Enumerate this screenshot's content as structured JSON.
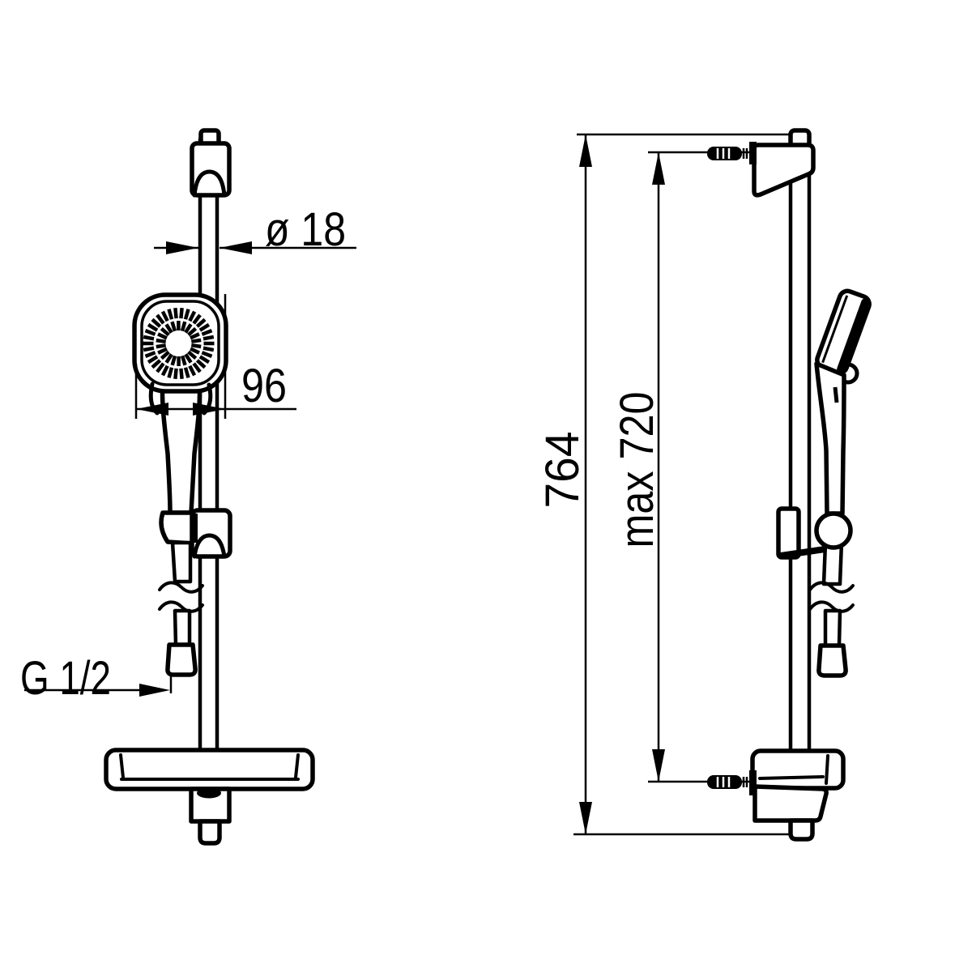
{
  "page": {
    "background_color": "#ffffff",
    "line_color": "#000000"
  },
  "dimensions": {
    "rail_diameter": "ø 18",
    "head_width": "96",
    "hose_connection": "G 1/2",
    "total_height": "764",
    "slider_travel": "max 720"
  }
}
